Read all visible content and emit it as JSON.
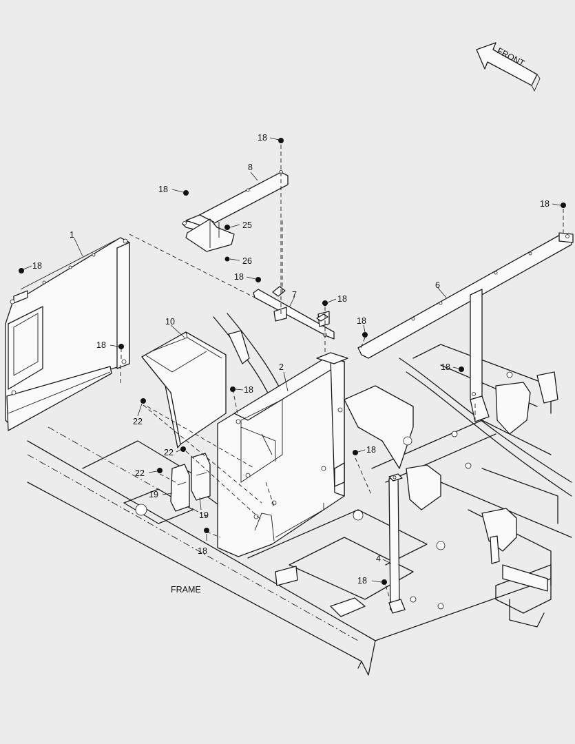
{
  "front_label": "FRONT",
  "frame_label": "FRAME",
  "callouts": {
    "c1": "1",
    "c2": "2",
    "c4": "4",
    "c6": "6",
    "c7": "7",
    "c8": "8",
    "c10": "10",
    "c18a": "18",
    "c18b": "18",
    "c18c": "18",
    "c18d": "18",
    "c18e": "18",
    "c18f": "18",
    "c18g": "18",
    "c18h": "18",
    "c18i": "18",
    "c18j": "18",
    "c18k": "18",
    "c18l": "18",
    "c18m": "18",
    "c19a": "19",
    "c19b": "19",
    "c22a": "22",
    "c22b": "22",
    "c22c": "22",
    "c25": "25",
    "c26": "26"
  }
}
